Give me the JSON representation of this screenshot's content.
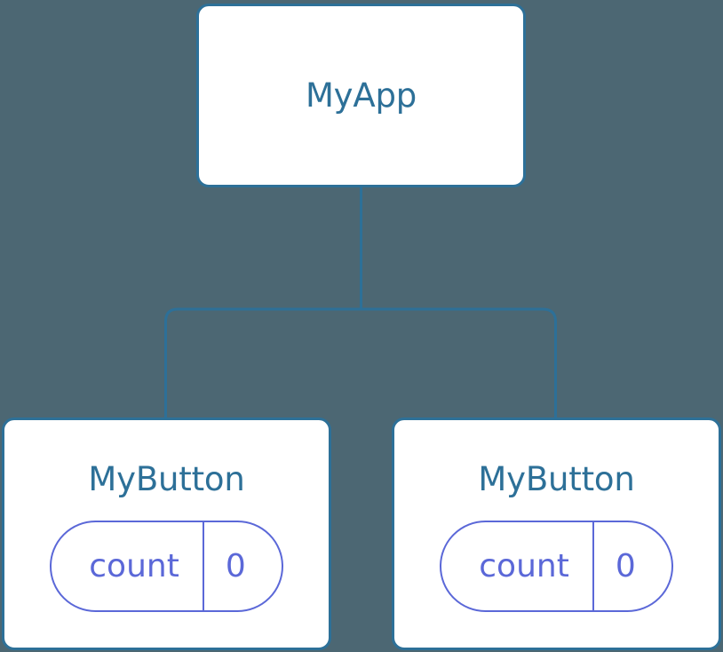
{
  "diagram": {
    "type": "component-tree",
    "background_color": "#4c6773",
    "node_border_color": "#2d7098",
    "node_fill_color": "#ffffff",
    "node_text_color": "#2d7098",
    "edge_color": "#2d7098",
    "state_accent_color": "#5b68d8",
    "root": {
      "title": "MyApp"
    },
    "children": [
      {
        "title": "MyButton",
        "state": {
          "key": "count",
          "value": "0"
        }
      },
      {
        "title": "MyButton",
        "state": {
          "key": "count",
          "value": "0"
        }
      }
    ]
  }
}
